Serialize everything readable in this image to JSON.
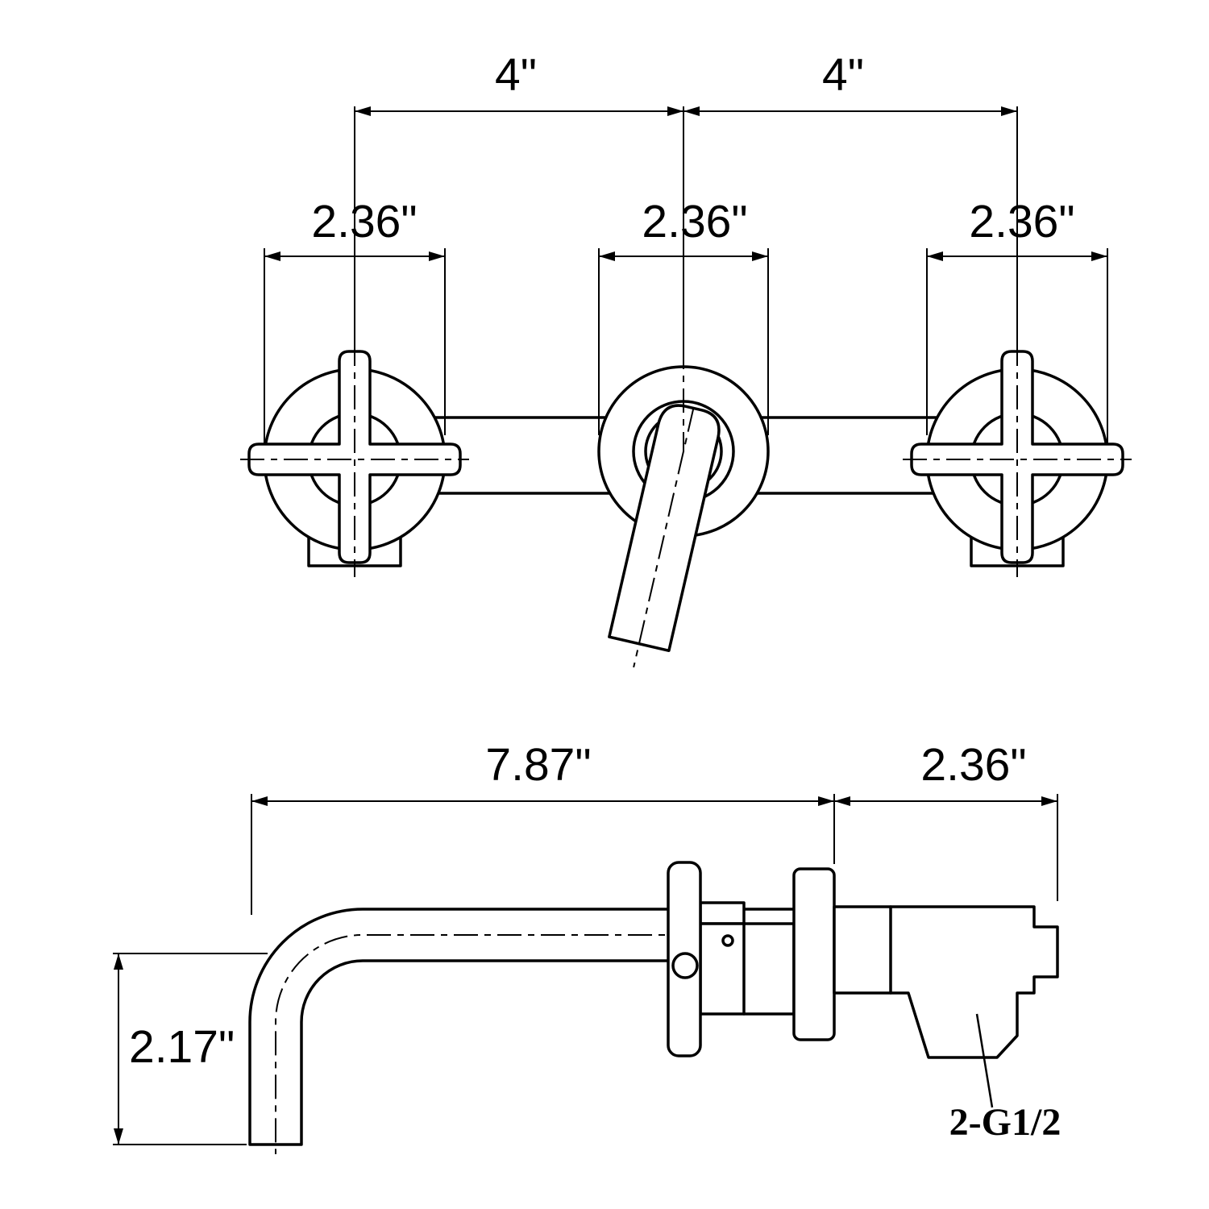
{
  "drawing": {
    "background": "#ffffff",
    "line_color": "#000000",
    "front_view": {
      "handle_spacing_left": "4\"",
      "handle_spacing_right": "4\"",
      "left_handle_width": "2.36\"",
      "spout_escutcheon_width": "2.36\"",
      "right_handle_width": "2.36\""
    },
    "side_view": {
      "spout_reach": "7.87\"",
      "valve_depth": "2.36\"",
      "spout_drop": "2.17\"",
      "connection_label": "2-G1/2"
    }
  }
}
